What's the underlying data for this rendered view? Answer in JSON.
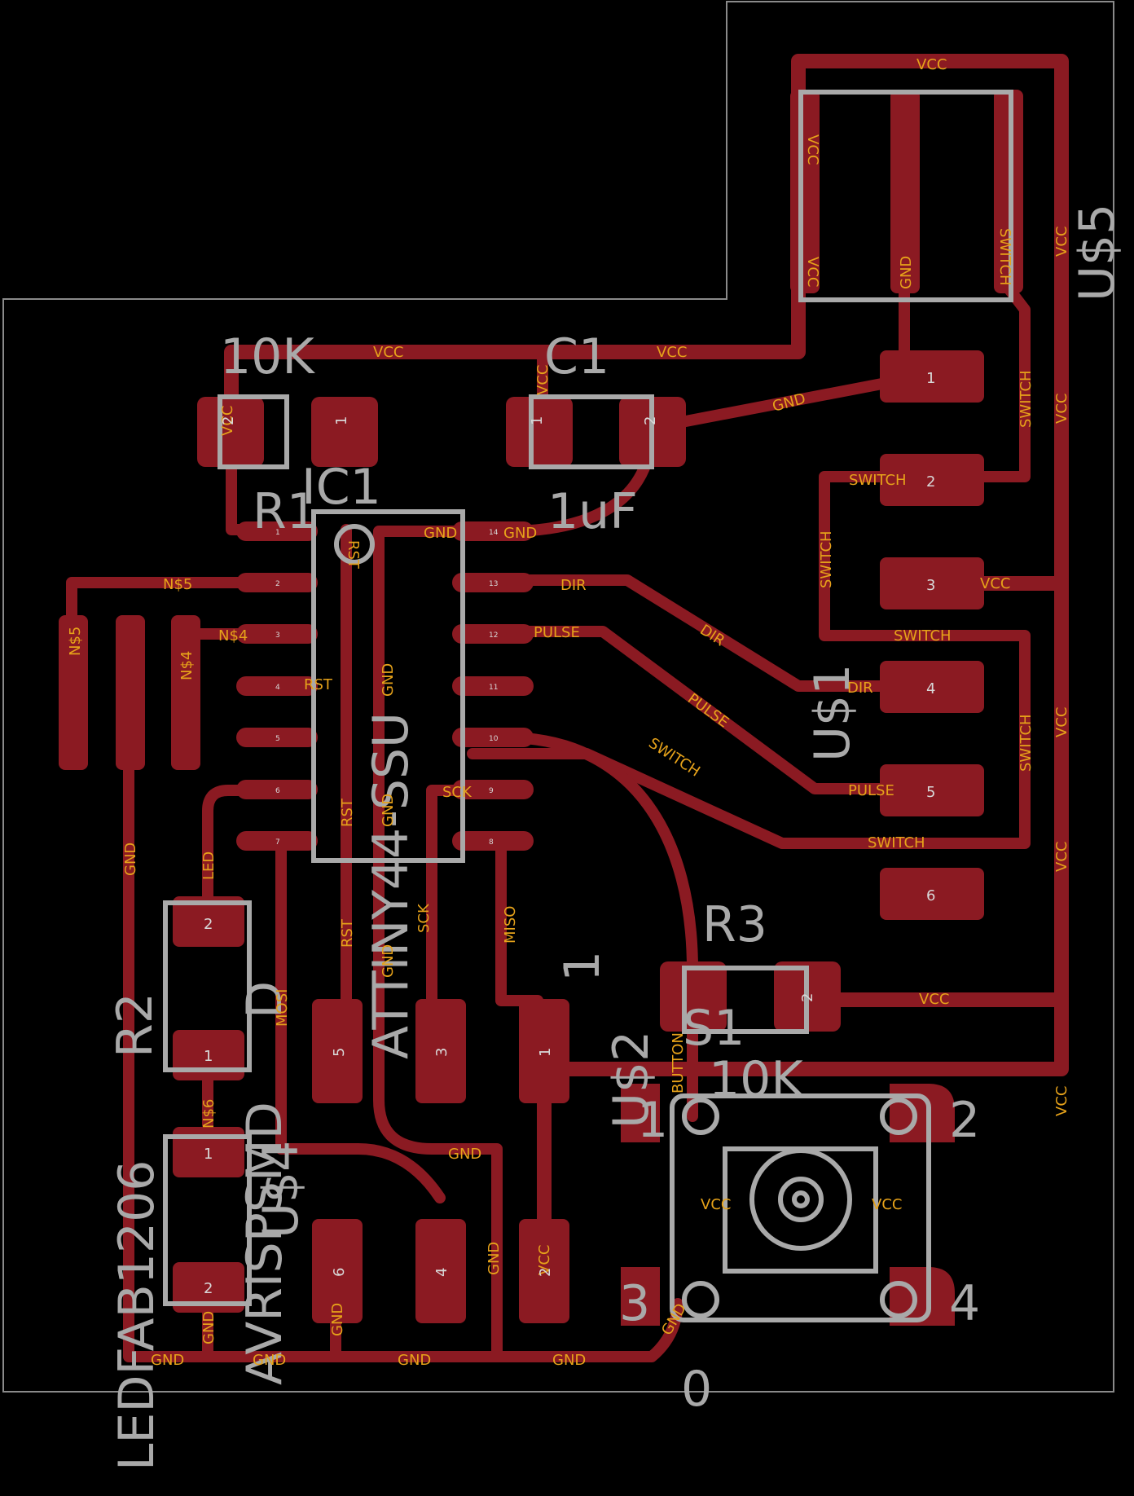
{
  "components": {
    "r1_value": "10K",
    "r1_name": "R1",
    "c1_name": "C1",
    "c1_value": "1uF",
    "ic1_name": "IC1",
    "ic1_part": "ATTINY44-SSU",
    "us1": "U$1",
    "us2": "U$2",
    "us4": "U$4",
    "us5": "U$5",
    "r2": "R2",
    "r3": "R3",
    "r3_value": "10K",
    "s1": "S1",
    "led_part": "LEDFAB1206",
    "avr_part": "AVRISPSMD",
    "d": "D",
    "label_1": "1",
    "label_0": "0",
    "button_pin1": "1",
    "button_pin2": "2",
    "button_pin3": "3",
    "button_pin4": "4"
  },
  "nets": {
    "vcc": "VCC",
    "gnd": "GND",
    "switch": "SWITCH",
    "dir": "DIR",
    "pulse": "PULSE",
    "rst": "RST",
    "sck": "SCK",
    "miso": "MISO",
    "mosi": "MOSI",
    "led": "LED",
    "n4": "N$4",
    "n5": "N$5",
    "n6": "N$6",
    "button": "BUTTON"
  },
  "pad_numbers": {
    "p1": "1",
    "p2": "2",
    "p3": "3",
    "p4": "4",
    "p5": "5",
    "p6": "6",
    "p7": "7",
    "p8": "8",
    "p9": "9",
    "p10": "10",
    "p11": "11",
    "p12": "12",
    "p13": "13",
    "p14": "14"
  },
  "colors": {
    "background": "#000000",
    "copper": "#8b1a22",
    "net_label": "#e6a21a",
    "silkscreen": "#a9a9a9"
  }
}
